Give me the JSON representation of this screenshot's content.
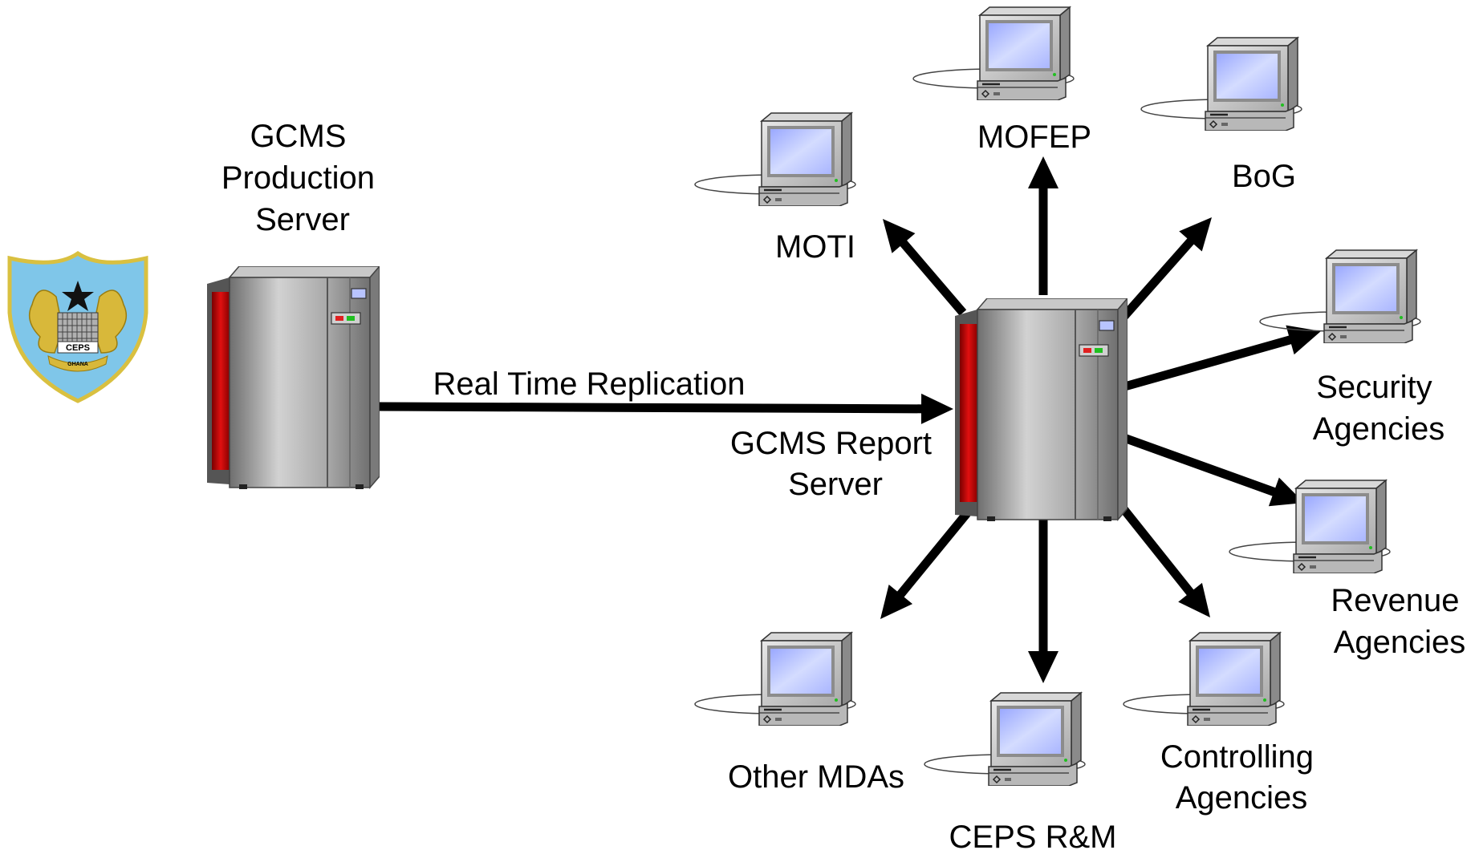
{
  "crest": {
    "emblem_text": "CEPS",
    "ribbon_text": "GHANA",
    "colors": {
      "shield": "#7fc6e9",
      "border": "#d9c040",
      "gold": "#d8b83a",
      "star": "#111111"
    }
  },
  "production_server": {
    "label_lines": [
      "GCMS",
      "Production",
      "Server"
    ]
  },
  "replication": {
    "label": "Real Time Replication"
  },
  "report_server": {
    "label_lines": [
      "GCMS Report",
      "Server"
    ]
  },
  "clients": [
    {
      "id": "moti",
      "label_lines": [
        "MOTI"
      ]
    },
    {
      "id": "mofep",
      "label_lines": [
        "MOFEP"
      ]
    },
    {
      "id": "bog",
      "label_lines": [
        "BoG"
      ]
    },
    {
      "id": "security",
      "label_lines": [
        "Security",
        "Agencies"
      ]
    },
    {
      "id": "revenue",
      "label_lines": [
        "Revenue",
        "Agencies"
      ]
    },
    {
      "id": "controlling",
      "label_lines": [
        "Controlling",
        "Agencies"
      ]
    },
    {
      "id": "cepsrm",
      "label_lines": [
        "CEPS R&M"
      ]
    },
    {
      "id": "othermdas",
      "label_lines": [
        "Other MDAs"
      ]
    }
  ],
  "colors": {
    "arrow": "#000000",
    "server_body": "#9a9a9a",
    "server_red": "#c80000",
    "screen": "#b8c4ff"
  }
}
